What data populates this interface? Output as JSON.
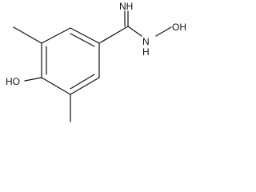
{
  "molecule": {
    "atoms": {
      "imine": "NH",
      "amide_n": "N",
      "amide_h": "H",
      "hydroxylamine_o": "OH",
      "phenol": "HO"
    }
  }
}
